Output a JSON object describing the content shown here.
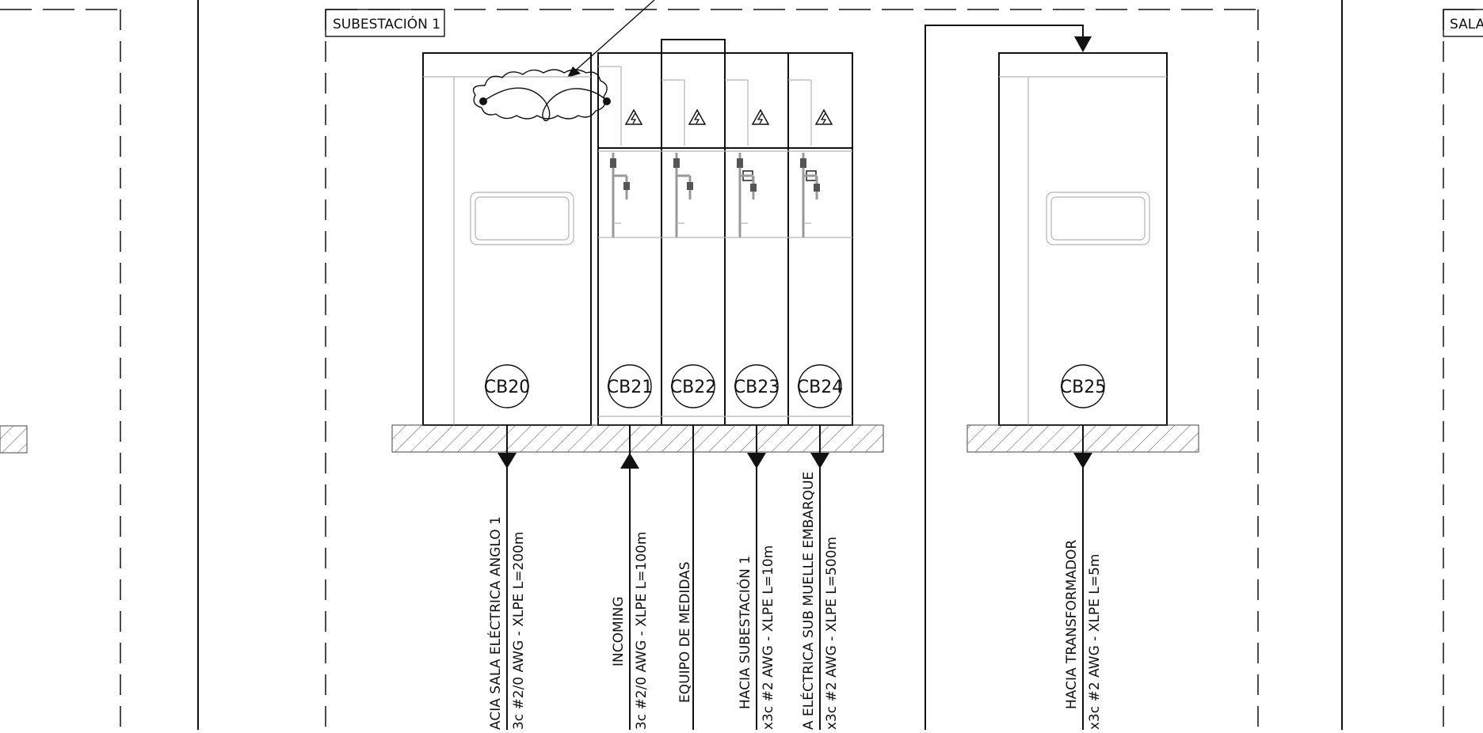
{
  "labels": {
    "substation_1": "SUBESTACIÓN 1",
    "sala_partial": "SALA"
  },
  "breakers": [
    {
      "id": "cb20",
      "label": "CB20"
    },
    {
      "id": "cb21",
      "label": "CB21"
    },
    {
      "id": "cb22",
      "label": "CB22"
    },
    {
      "id": "cb23",
      "label": "CB23"
    },
    {
      "id": "cb24",
      "label": "CB24"
    },
    {
      "id": "cb25",
      "label": "CB25"
    }
  ],
  "cables": [
    {
      "id": "cb20",
      "direction": "down",
      "line1": "ACIA SALA ELÉCTRICA ANGLO 1",
      "line2": "3c #2/0 AWG - XLPE L=200m"
    },
    {
      "id": "cb21",
      "direction": "up",
      "line1": "INCOMING",
      "line2": "3c #2/0 AWG - XLPE L=100m"
    },
    {
      "id": "cb22",
      "direction": "none",
      "line1": "EQUIPO DE MEDIDAS",
      "line2": ""
    },
    {
      "id": "cb23",
      "direction": "down",
      "line1": "HACIA SUBESTACIÓN 1",
      "line2": "x3c #2 AWG - XLPE L=10m"
    },
    {
      "id": "cb24",
      "direction": "down",
      "line1": "A ELÉCTRICA SUB MUELLE EMBARQUE",
      "line2": "x3c #2 AWG - XLPE L=500m"
    },
    {
      "id": "cb25",
      "direction": "down",
      "line1": "HACIA TRANSFORMADOR",
      "line2": "x3c #2 AWG - XLPE L=5m"
    }
  ],
  "icons": {
    "hv_warning": "high-voltage-warning-icon",
    "cable_symbol": "cable-loop-icon"
  }
}
